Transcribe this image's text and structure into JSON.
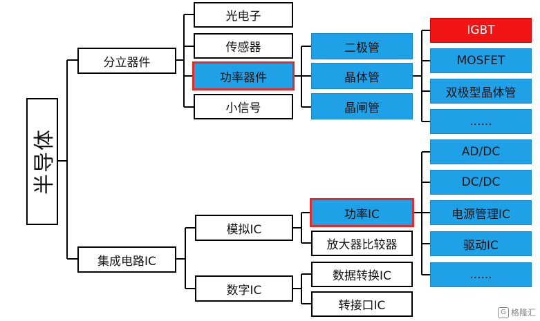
{
  "root": "半导体",
  "level1": {
    "discrete": "分立器件",
    "ic": "集成电路IC"
  },
  "discrete_children": [
    "光电子",
    "传感器",
    "功率器件",
    "小信号"
  ],
  "power_devices": [
    "二极管",
    "晶体管",
    "晶闸管"
  ],
  "transistors": [
    "IGBT",
    "MOSFET",
    "双极型晶体管",
    "......"
  ],
  "ic_children": {
    "analog": "模拟IC",
    "digital": "数字IC"
  },
  "analog_children": [
    "功率IC",
    "放大器比较器"
  ],
  "digital_children": [
    "数据转换IC",
    "转接口IC"
  ],
  "power_ic_children": [
    "AD/DC",
    "DC/DC",
    "电源管理IC",
    "驱动IC",
    "......"
  ],
  "watermark": {
    "icon": "G",
    "text": "格隆汇"
  },
  "colors": {
    "blue": "#1ea1e6",
    "red": "#f01414",
    "highlight_border": "#e8292a"
  }
}
